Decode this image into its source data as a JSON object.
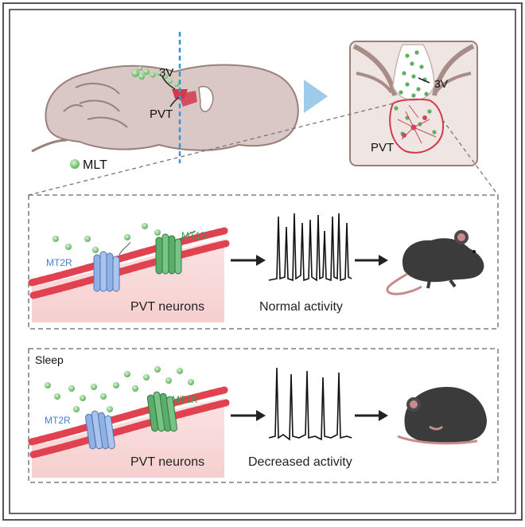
{
  "top": {
    "label_3v": "3V",
    "label_pvt": "PVT",
    "legend_mlt": "MLT",
    "inset_label_3v": "3V",
    "inset_label_pvt": "PVT"
  },
  "panel_normal": {
    "mt2r": "MT2R",
    "mt1r": "MT1R",
    "neurons": "PVT neurons",
    "activity": "Normal activity"
  },
  "panel_sleep": {
    "title": "Sleep",
    "mt2r": "MT2R",
    "mt1r": "MT1R",
    "neurons": "PVT neurons",
    "activity": "Decreased activity"
  },
  "colors": {
    "brain": "#d9c8c5",
    "brain_outline": "#9a7f7b",
    "pvt_red": "#d23a4a",
    "dashed_blue": "#2b9be0",
    "triangle_blue": "#9ecbea",
    "mlt_green": "#8bd08b",
    "mt2r_blue": "#8fb1e6",
    "mt1r_green": "#5aae6a",
    "membrane_red": "#e0424f",
    "mouse": "#3b3b3b"
  }
}
